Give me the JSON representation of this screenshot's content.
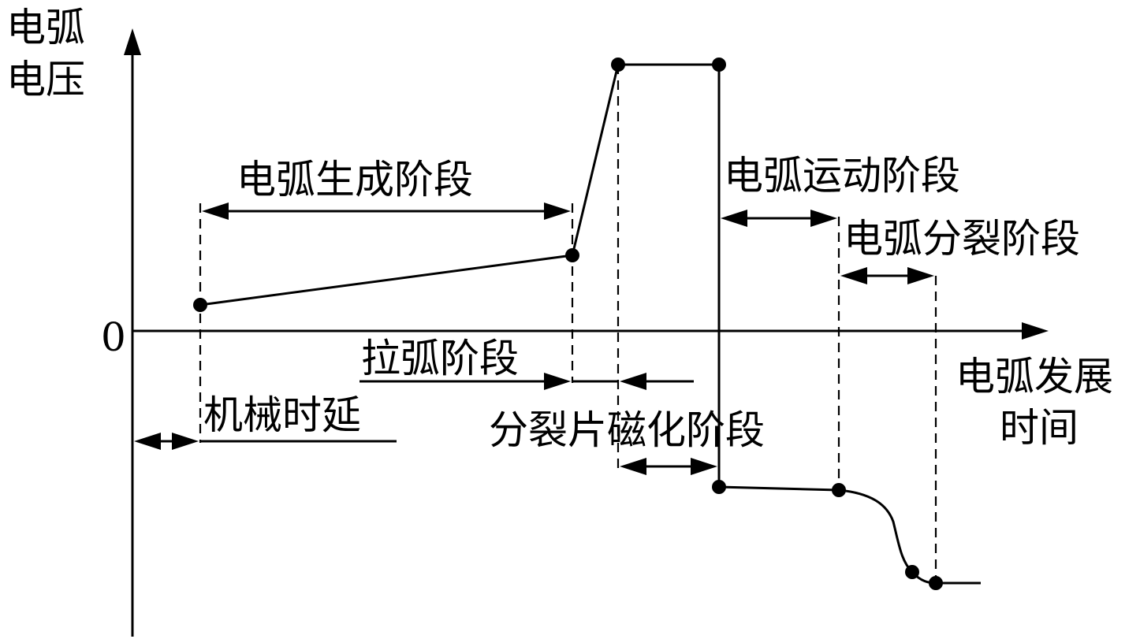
{
  "labels": {
    "y_axis_line1": "电弧",
    "y_axis_line2": "电压",
    "origin": "0",
    "x_axis_line1": "电弧发展",
    "x_axis_line2": "时间",
    "arc_generation": "电弧生成阶段",
    "arc_drawing": "拉弧阶段",
    "mechanical_delay": "机械时延",
    "splitter_magnetization": "分裂片磁化阶段",
    "arc_motion": "电弧运动阶段",
    "arc_splitting": "电弧分裂阶段"
  }
}
